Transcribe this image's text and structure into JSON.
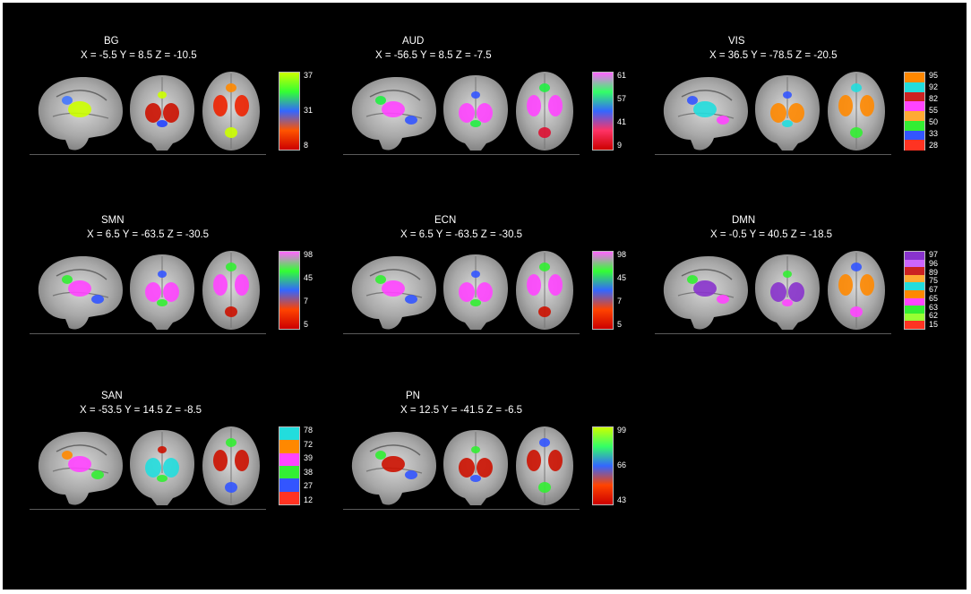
{
  "panels": [
    {
      "title": "BG",
      "coords": "X = -5.5 Y = 8.5 Z = -10.5",
      "colorbar": {
        "type": "gradient",
        "colors": [
          "#cc0000",
          "#ff5500",
          "#3366ff",
          "#33ff33",
          "#ccff00"
        ],
        "ticks": [
          "37",
          "31",
          "8"
        ]
      },
      "blobs": {
        "sagittal": [
          "#ccff00",
          "#4477ff"
        ],
        "coronal": [
          "#cc1100",
          "#2244ff",
          "#ccff00"
        ],
        "axial": [
          "#ee2200",
          "#ff8800",
          "#ccff00"
        ]
      }
    },
    {
      "title": "AUD",
      "coords": "X = -56.5 Y = 8.5 Z = -7.5",
      "colorbar": {
        "type": "gradient",
        "colors": [
          "#cc0000",
          "#ff3366",
          "#3366ff",
          "#33ff66",
          "#ff66ff"
        ],
        "ticks": [
          "61",
          "57",
          "41",
          "9"
        ]
      },
      "blobs": {
        "sagittal": [
          "#ff44ff",
          "#22ee44",
          "#3355ff"
        ],
        "coronal": [
          "#ff44ff",
          "#22ee44",
          "#3355ff"
        ],
        "axial": [
          "#ff44ff",
          "#22ee44",
          "#dd1133"
        ]
      }
    },
    {
      "title": "VIS",
      "coords": "X = 36.5 Y = -78.5 Z = -20.5",
      "colorbar": {
        "type": "discrete",
        "colors": [
          "#ff8800",
          "#22dddd",
          "#cc2222",
          "#ff44ff",
          "#ffaa33",
          "#33ee33",
          "#3355ff",
          "#ff3322"
        ],
        "ticks": [
          "95",
          "92",
          "82",
          "55",
          "50",
          "33",
          "28"
        ]
      },
      "blobs": {
        "sagittal": [
          "#22dddd",
          "#3355ff",
          "#ff44ff"
        ],
        "coronal": [
          "#ff8800",
          "#22dddd",
          "#3355ff"
        ],
        "axial": [
          "#ff8800",
          "#22dddd",
          "#33ee33"
        ]
      }
    },
    {
      "title": "SMN",
      "coords": "X = 6.5 Y = -63.5 Z = -30.5",
      "colorbar": {
        "type": "gradient",
        "colors": [
          "#cc0000",
          "#ff4400",
          "#3366ff",
          "#33ff33",
          "#ff66ff"
        ],
        "ticks": [
          "98",
          "45",
          "7",
          "5"
        ]
      },
      "blobs": {
        "sagittal": [
          "#ff44ff",
          "#33ee33",
          "#3355ff"
        ],
        "coronal": [
          "#ff44ff",
          "#33ee33",
          "#3355ff"
        ],
        "axial": [
          "#ff44ff",
          "#33ee33",
          "#cc1100"
        ]
      }
    },
    {
      "title": "ECN",
      "coords": "X = 6.5 Y = -63.5 Z = -30.5",
      "colorbar": {
        "type": "gradient",
        "colors": [
          "#cc0000",
          "#ff4400",
          "#3366ff",
          "#33ff33",
          "#ff66ff"
        ],
        "ticks": [
          "98",
          "45",
          "7",
          "5"
        ]
      },
      "blobs": {
        "sagittal": [
          "#ff44ff",
          "#33ee33",
          "#3355ff"
        ],
        "coronal": [
          "#ff44ff",
          "#33ee33",
          "#3355ff"
        ],
        "axial": [
          "#ff44ff",
          "#33ee33",
          "#cc1100"
        ]
      }
    },
    {
      "title": "DMN",
      "coords": "X = -0.5 Y = 40.5 Z = -18.5",
      "colorbar": {
        "type": "discrete",
        "colors": [
          "#8833cc",
          "#cc66ff",
          "#cc2222",
          "#ffaa33",
          "#22dddd",
          "#ff8800",
          "#ff44ff",
          "#33ee33",
          "#99ff33",
          "#ff3322"
        ],
        "ticks": [
          "97",
          "96",
          "89",
          "75",
          "67",
          "65",
          "63",
          "62",
          "15"
        ]
      },
      "blobs": {
        "sagittal": [
          "#8833cc",
          "#33ee33",
          "#ff44ff"
        ],
        "coronal": [
          "#8833cc",
          "#ff44ff",
          "#33ee33"
        ],
        "axial": [
          "#ff8800",
          "#3355ff",
          "#ff44ff"
        ]
      }
    },
    {
      "title": "SAN",
      "coords": "X = -53.5 Y = 14.5 Z = -8.5",
      "colorbar": {
        "type": "discrete",
        "colors": [
          "#22dddd",
          "#ff8800",
          "#ff44ff",
          "#33ee33",
          "#3355ff",
          "#ff3322"
        ],
        "ticks": [
          "78",
          "72",
          "39",
          "38",
          "27",
          "12"
        ]
      },
      "blobs": {
        "sagittal": [
          "#ff44ff",
          "#ff8800",
          "#33ee33"
        ],
        "coronal": [
          "#22dddd",
          "#33ee33",
          "#cc1100"
        ],
        "axial": [
          "#cc1100",
          "#33ee33",
          "#3355ff"
        ]
      }
    },
    {
      "title": "PN",
      "coords": "X = 12.5 Y = -41.5 Z = -6.5",
      "colorbar": {
        "type": "gradient",
        "colors": [
          "#cc0000",
          "#ff4400",
          "#3366ff",
          "#33ff66",
          "#ccff00"
        ],
        "ticks": [
          "99",
          "66",
          "43"
        ]
      },
      "blobs": {
        "sagittal": [
          "#cc1100",
          "#33ee33",
          "#3355ff"
        ],
        "coronal": [
          "#cc1100",
          "#3355ff",
          "#33ee33"
        ],
        "axial": [
          "#cc1100",
          "#3355ff",
          "#33ee33"
        ]
      }
    }
  ]
}
